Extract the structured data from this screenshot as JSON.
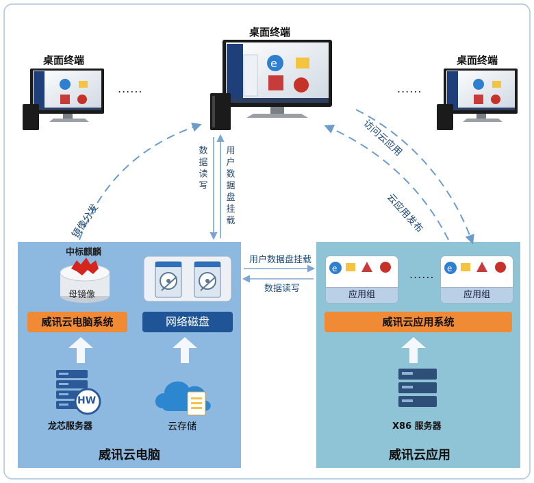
{
  "terminals": {
    "center_title": "桌面终端",
    "left_title": "桌面终端",
    "right_title": "桌面终端",
    "dots_left": "......",
    "dots_right": "......"
  },
  "arrows": {
    "data_rw_vertical": "数据读写",
    "user_disk_mount_vertical": "用户数据盘挂载",
    "mirror_distribute": "镜像分发",
    "access_cloud_app": "访问云应用",
    "cloud_app_publish": "云应用发布",
    "user_disk_mount_horizontal": "用户数据盘挂载",
    "data_rw_horizontal": "数据读写"
  },
  "cloud_pc": {
    "title": "威讯云电脑",
    "os_label": "中标麒麟",
    "mirror_label": "母镜像",
    "system_bar": "威讯云电脑系统",
    "disk_bar": "网络磁盘",
    "server_caption": "龙芯服务器",
    "server_badge": "HW",
    "storage_caption": "云存储"
  },
  "cloud_app": {
    "title": "威讯云应用",
    "group_label_1": "应用组",
    "group_label_2": "应用组",
    "group_dots": "......",
    "system_bar": "威讯云应用系统",
    "server_caption": "X86 服务器"
  },
  "colors": {
    "left_panel": "#8db8e0",
    "right_panel": "#8fc3d6",
    "orange": "#f08a35",
    "navy": "#1f5596",
    "arrow_dash": "#6a9ccc"
  }
}
